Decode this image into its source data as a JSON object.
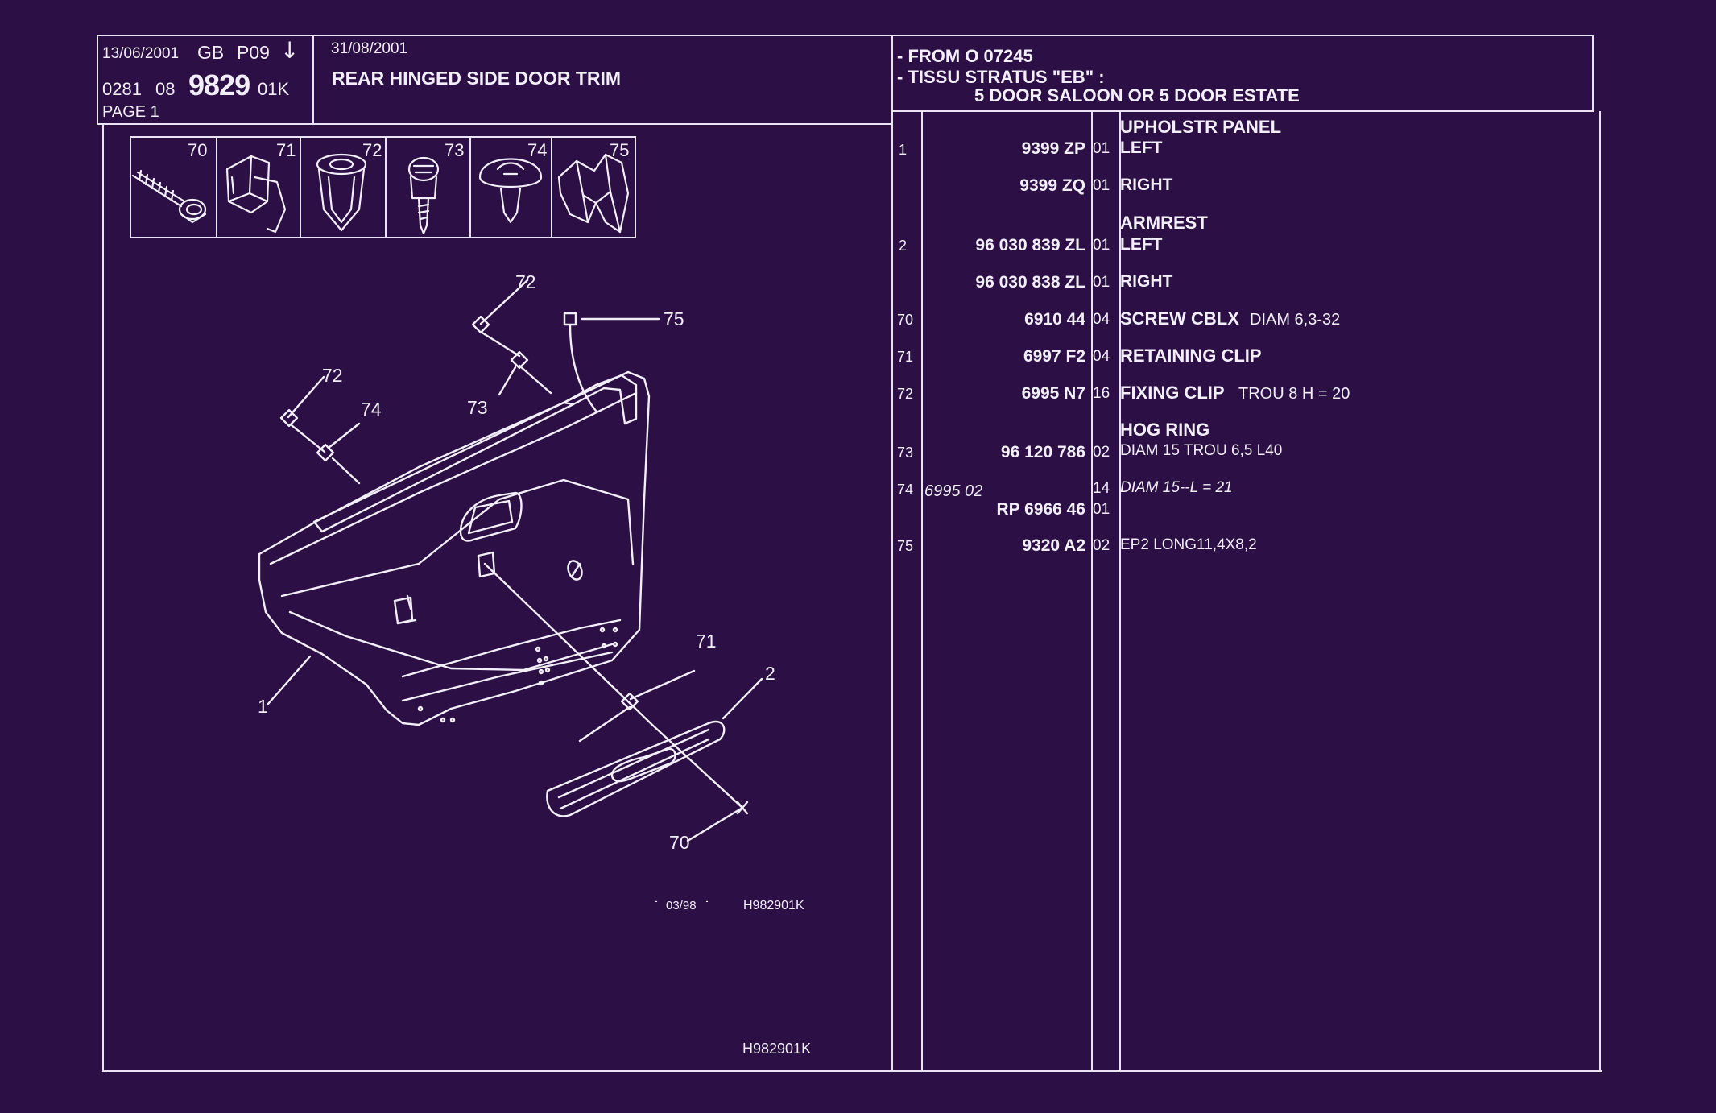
{
  "header": {
    "print_date": "13/06/2001",
    "market": "GB",
    "page_code": "P09",
    "arrow": "↓",
    "code_line_a": "0281",
    "code_line_b": "08",
    "group_number": "9829",
    "variant": "01K",
    "page_label": "PAGE  1",
    "update_date": "31/08/2001",
    "title": "REAR HINGED SIDE DOOR TRIM",
    "application": [
      "- FROM  O   07245",
      "- TISSU STRATUS \"EB\" :",
      "5 DOOR SALOON OR  5 DOOR ESTATE"
    ]
  },
  "icons": [
    {
      "ref": "70",
      "icon": "screw-icon"
    },
    {
      "ref": "71",
      "icon": "retaining-clip-icon"
    },
    {
      "ref": "72",
      "icon": "fixing-clip-icon"
    },
    {
      "ref": "73",
      "icon": "hog-ring-icon"
    },
    {
      "ref": "74",
      "icon": "mushroom-clip-icon"
    },
    {
      "ref": "75",
      "icon": "spring-clip-icon"
    }
  ],
  "diagram": {
    "callouts": [
      "72",
      "75",
      "72",
      "74",
      "73",
      "71",
      "2",
      "1",
      "70"
    ],
    "stamp_date": "03/98",
    "stamp_ref": "H982901K",
    "footer_ref": "H982901K"
  },
  "parts": [
    {
      "idx": "",
      "alt": "",
      "num": "",
      "qty": "",
      "desc": "UPHOLSTR PANEL",
      "extra": ""
    },
    {
      "idx": "1",
      "alt": "",
      "num": "9399 ZP",
      "qty": "01",
      "desc": "LEFT",
      "extra": ""
    },
    {
      "idx": "",
      "alt": "",
      "num": "9399 ZQ",
      "qty": "01",
      "desc": "RIGHT",
      "extra": ""
    },
    {
      "idx": "",
      "alt": "",
      "num": "",
      "qty": "",
      "desc": "ARMREST",
      "extra": ""
    },
    {
      "idx": "2",
      "alt": "",
      "num": "96 030 839 ZL",
      "qty": "01",
      "desc": "LEFT",
      "extra": ""
    },
    {
      "idx": "",
      "alt": "",
      "num": "96 030 838 ZL",
      "qty": "01",
      "desc": "RIGHT",
      "extra": ""
    },
    {
      "idx": "70",
      "alt": "",
      "num": "6910 44",
      "qty": "04",
      "desc": "SCREW CBLX",
      "extra": "DIAM 6,3-32"
    },
    {
      "idx": "71",
      "alt": "",
      "num": "6997 F2",
      "qty": "04",
      "desc": "RETAINING CLIP",
      "extra": ""
    },
    {
      "idx": "72",
      "alt": "",
      "num": "6995 N7",
      "qty": "16",
      "desc": "FIXING CLIP",
      "extra": "TROU 8  H = 20"
    },
    {
      "idx": "",
      "alt": "",
      "num": "",
      "qty": "",
      "desc": "HOG RING",
      "extra": ""
    },
    {
      "idx": "73",
      "alt": "",
      "num": "96 120 786",
      "qty": "02",
      "desc": "",
      "extra": "DIAM 15 TROU 6,5 L40"
    },
    {
      "idx": "74",
      "alt": "6995 02",
      "num": "",
      "qty": "14",
      "desc": "",
      "extra": "DIAM 15--L = 21"
    },
    {
      "idx": "",
      "alt": "",
      "num": "RP  6966 46",
      "qty": "01",
      "desc": "",
      "extra": ""
    },
    {
      "idx": "75",
      "alt": "",
      "num": "9320 A2",
      "qty": "02",
      "desc": "",
      "extra": "EP2 LONG11,4X8,2"
    }
  ]
}
